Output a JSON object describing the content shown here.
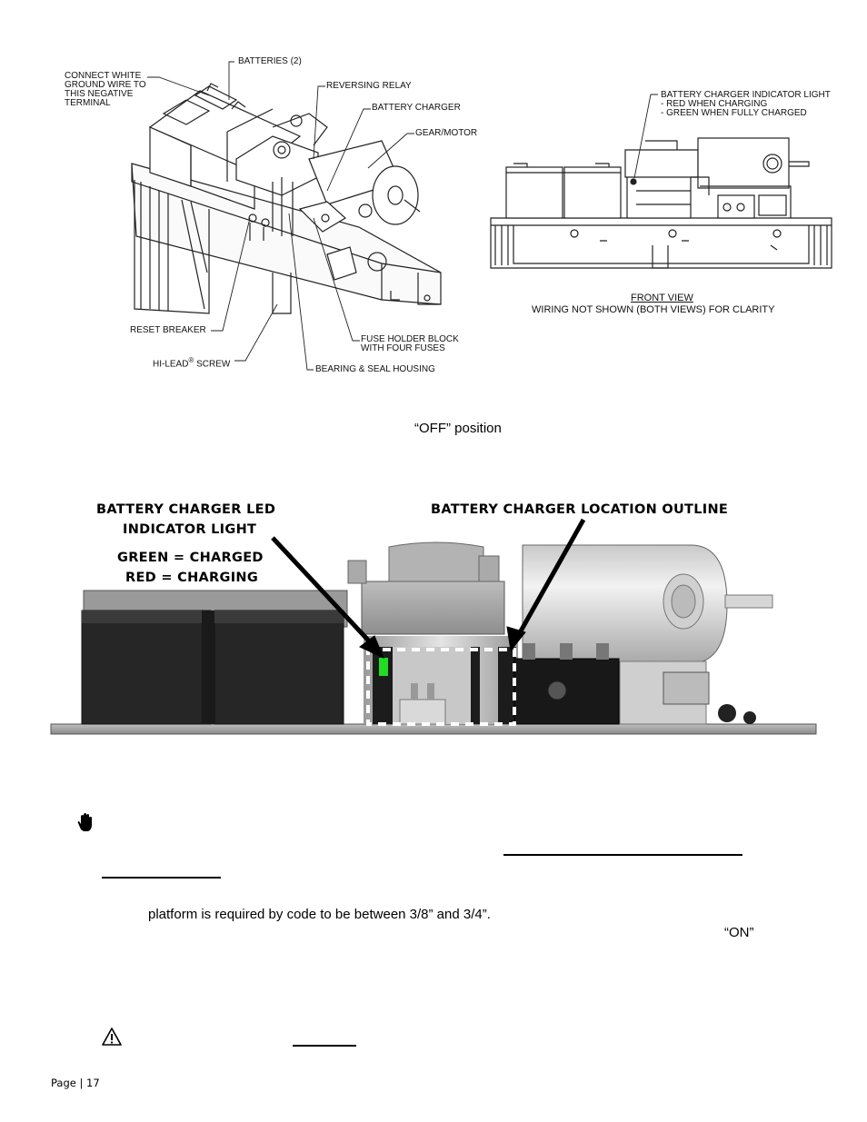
{
  "diagram_left": {
    "labels": {
      "connect_white_1": "CONNECT WHITE",
      "connect_white_2": "GROUND WIRE TO",
      "connect_white_3": "THIS NEGATIVE",
      "connect_white_4": "TERMINAL",
      "batteries": "BATTERIES (2)",
      "reversing_relay": "REVERSING RELAY",
      "battery_charger": "BATTERY CHARGER",
      "gear_motor": "GEAR/MOTOR",
      "reset_breaker": "RESET BREAKER",
      "hi_lead": "HI-LEAD",
      "hi_lead_reg": "®",
      "hi_lead_screw": " SCREW",
      "fuse_holder_1": "FUSE HOLDER BLOCK",
      "fuse_holder_2": "WITH FOUR FUSES",
      "bearing_seal": "BEARING & SEAL HOUSING"
    }
  },
  "diagram_right": {
    "labels": {
      "indicator_1": "BATTERY CHARGER INDICATOR LIGHT",
      "indicator_2": "- RED WHEN CHARGING",
      "indicator_3": "- GREEN WHEN FULLY CHARGED",
      "front_view": "FRONT VIEW",
      "wiring_note": "WIRING NOT SHOWN (BOTH VIEWS) FOR CLARITY"
    }
  },
  "off_position": "“OFF” position",
  "photo": {
    "led_callout_1": "BATTERY CHARGER LED",
    "led_callout_2": "INDICATOR LIGHT",
    "green_charged": "GREEN = CHARGED",
    "red_charging": "RED = CHARGING",
    "location_outline": "BATTERY CHARGER LOCATION OUTLINE"
  },
  "text": {
    "platform_code": "platform is required by code to be between 3/8” and 3/4”.",
    "on_label": "“ON”",
    "page_label": "Page | 17"
  },
  "icons": {
    "hand": "hand-stop-icon",
    "warning": "warning-triangle-icon"
  },
  "colors": {
    "led_green": "#22dd22",
    "outline_white": "#ffffff"
  }
}
